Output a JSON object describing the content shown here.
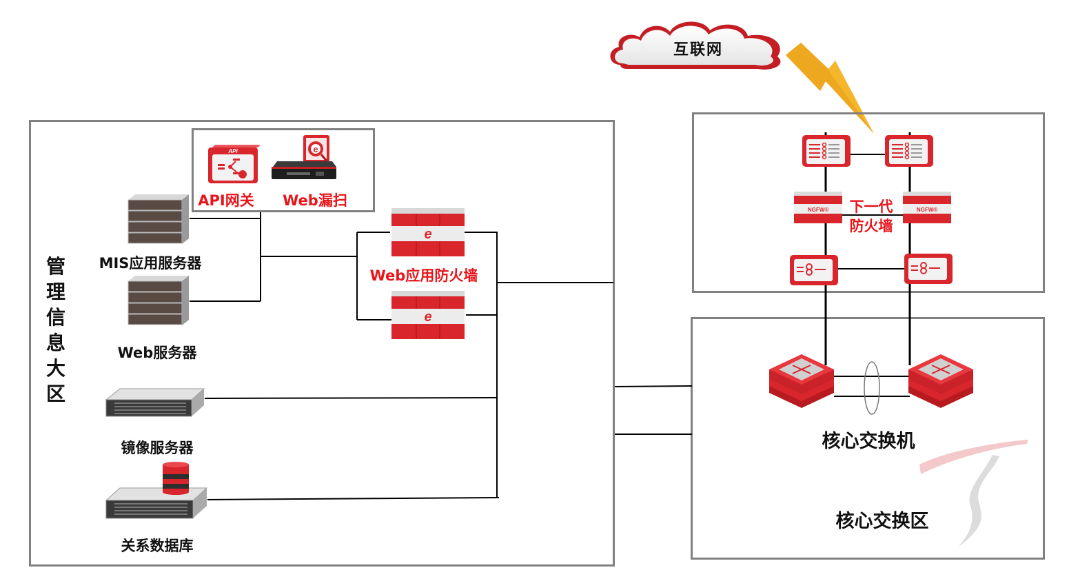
{
  "internet": {
    "label": "互联网"
  },
  "management_zone": {
    "title": "管理信息大区",
    "security_box": {
      "api_gateway_label": "API网关",
      "api_badge": "API",
      "web_scan_label": "Web漏扫"
    },
    "servers": {
      "mis_label": "MIS应用服务器",
      "web_label": "Web服务器",
      "mirror_label": "镜像服务器",
      "database_label": "关系数据库"
    },
    "waf_label": "Web应用防火墙"
  },
  "perimeter_zone": {
    "ngfw_label_line1": "下一代",
    "ngfw_label_line2": "防火墙",
    "ngfw_badge": "NGFW®"
  },
  "core_zone": {
    "switch_label": "核心交换机",
    "zone_label": "核心交换区"
  },
  "colors": {
    "accent_red": "#e8151b",
    "device_red": "#d9262c",
    "border_gray": "#808080",
    "lightning": "#f6b62b"
  }
}
